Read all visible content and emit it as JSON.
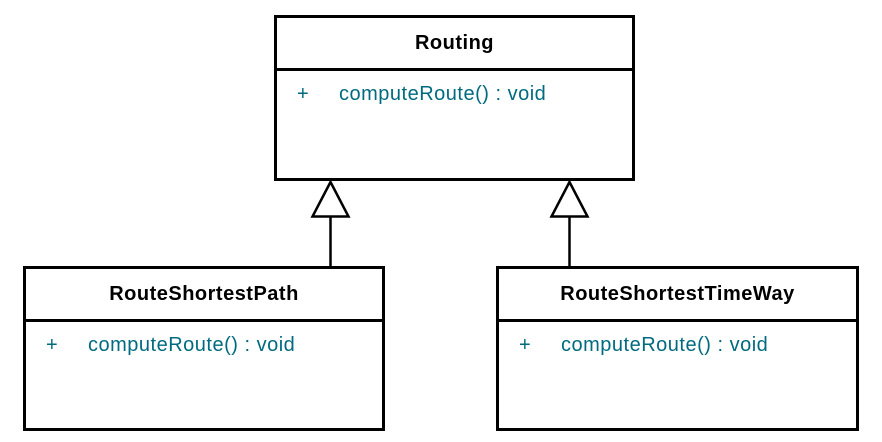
{
  "colors": {
    "background": "#ffffff",
    "border": "#000000",
    "title_text": "#000000",
    "method_text": "#006b80"
  },
  "classes": [
    {
      "name": "Routing",
      "methods": [
        {
          "visibility": "+",
          "signature": "computeRoute() : void"
        }
      ]
    },
    {
      "name": "RouteShortestPath",
      "methods": [
        {
          "visibility": "+",
          "signature": "computeRoute() : void"
        }
      ]
    },
    {
      "name": "RouteShortestTimeWay",
      "methods": [
        {
          "visibility": "+",
          "signature": "computeRoute() : void"
        }
      ]
    }
  ],
  "relations": [
    {
      "type": "generalization",
      "from": "RouteShortestPath",
      "to": "Routing"
    },
    {
      "type": "generalization",
      "from": "RouteShortestTimeWay",
      "to": "Routing"
    }
  ]
}
